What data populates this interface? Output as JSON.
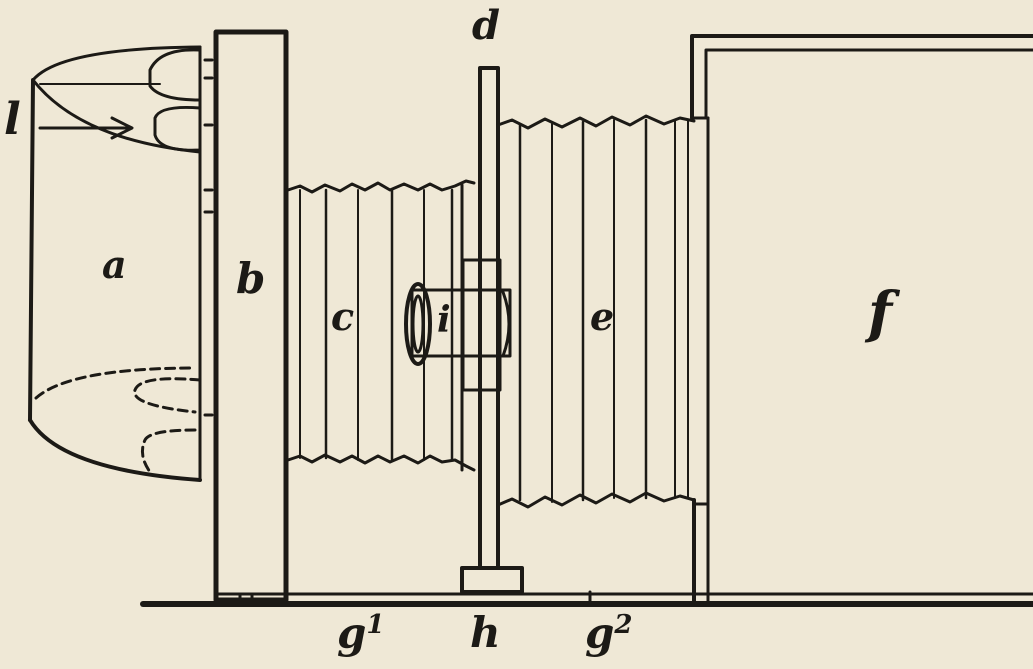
{
  "diagram": {
    "colors": {
      "paper": "#efe8d6",
      "ink": "#1c1a16"
    },
    "labels": {
      "a": "a",
      "b": "b",
      "c": "c",
      "d": "d",
      "e": "e",
      "f": "f",
      "i": "i",
      "l": "l",
      "g1": {
        "base": "g",
        "sup": "1"
      },
      "h": "h",
      "g2": {
        "base": "g",
        "sup": "2"
      }
    }
  }
}
